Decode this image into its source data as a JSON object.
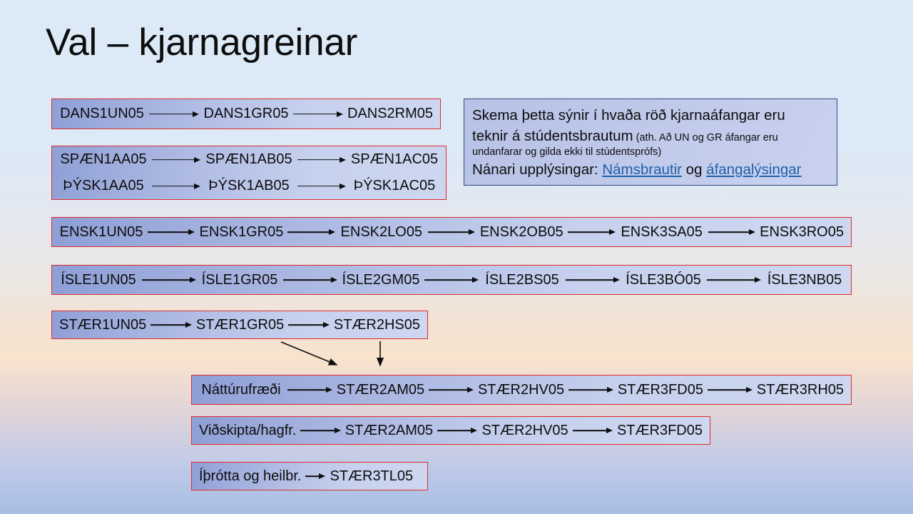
{
  "slide": {
    "title": "Val – kjarnagreinar",
    "background_top_color": "#dce9f6",
    "background_bottom_color": "#aec1e6"
  },
  "info_box": {
    "line1": "Skema þetta sýnir í hvaða röð kjarnaáfangar eru",
    "line2_main": "teknir á stúdentsbrautum",
    "note_part1": " (ath. Að UN og GR áfangar eru",
    "note_part2": "undanfarar og gilda ekki til stúdentsprófs)",
    "line3_prefix": "Nánari upplýsingar: ",
    "link1": "Námsbrautir",
    "between_links": " og ",
    "link2": "áfangalýsingar",
    "border_color": "#32477f",
    "link_color": "#1f5fa9"
  },
  "chains": {
    "border_color": "#e02b2b",
    "dans": {
      "name": "dans-chain",
      "rows": [
        [
          "DANS1UN05",
          "DANS1GR05",
          "DANS2RM05"
        ]
      ]
    },
    "languages": {
      "name": "languages-chain",
      "rows": [
        [
          "SPÆN1AA05",
          "SPÆN1AB05",
          "SPÆN1AC05"
        ],
        [
          "ÞÝSK1AA05",
          "ÞÝSK1AB05",
          "ÞÝSK1AC05"
        ]
      ]
    },
    "english": {
      "name": "english-chain",
      "rows": [
        [
          "ENSK1UN05",
          "ENSK1GR05",
          "ENSK2LO05",
          "ENSK2OB05",
          "ENSK3SA05",
          "ENSK3RO05"
        ]
      ]
    },
    "icelandic": {
      "name": "icelandic-chain",
      "rows": [
        [
          "ÍSLE1UN05",
          "ÍSLE1GR05",
          "ÍSLE2GM05",
          "ÍSLE2BS05",
          "ÍSLE3BÓ05",
          "ÍSLE3NB05"
        ]
      ]
    },
    "math_core": {
      "name": "math-core-chain",
      "rows": [
        [
          "STÆR1UN05",
          "STÆR1GR05",
          "STÆR2HS05"
        ]
      ]
    },
    "natural_science": {
      "name": "natural-science-chain",
      "rows": [
        [
          "Náttúrufræði",
          "STÆR2AM05",
          "STÆR2HV05",
          "STÆR3FD05",
          "STÆR3RH05"
        ]
      ]
    },
    "business": {
      "name": "business-chain",
      "rows": [
        [
          "Viðskipta/hagfr.",
          "STÆR2AM05",
          "STÆR2HV05",
          "STÆR3FD05"
        ]
      ]
    },
    "sport_health": {
      "name": "sport-health-chain",
      "rows": [
        [
          "Íþrótta og heilbr.",
          "STÆR3TL05"
        ]
      ]
    }
  }
}
